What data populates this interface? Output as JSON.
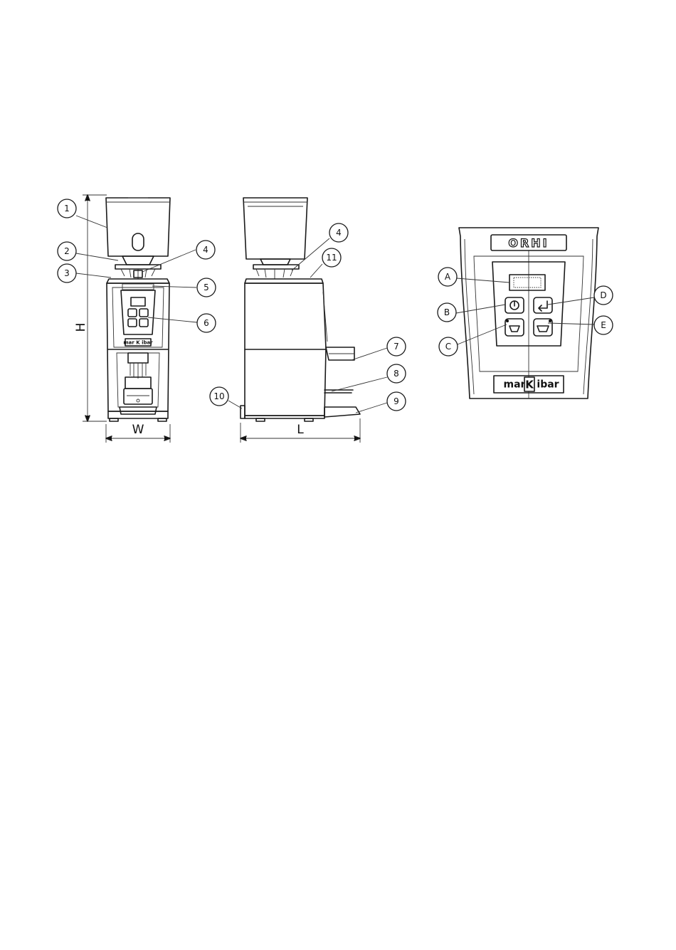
{
  "front_view": {
    "callouts": [
      "1",
      "2",
      "3",
      "4",
      "5",
      "6"
    ],
    "brand_label": "mar K ibar",
    "dim_height": "H",
    "dim_width": "W"
  },
  "side_view": {
    "callouts": [
      "4",
      "11",
      "7",
      "8",
      "10",
      "9"
    ],
    "dim_length": "L"
  },
  "panel_view": {
    "model_name": "ORHI",
    "brand_left": "mar",
    "brand_k": "K",
    "brand_right": "ibar",
    "callouts": [
      "A",
      "B",
      "C",
      "D",
      "E"
    ]
  }
}
